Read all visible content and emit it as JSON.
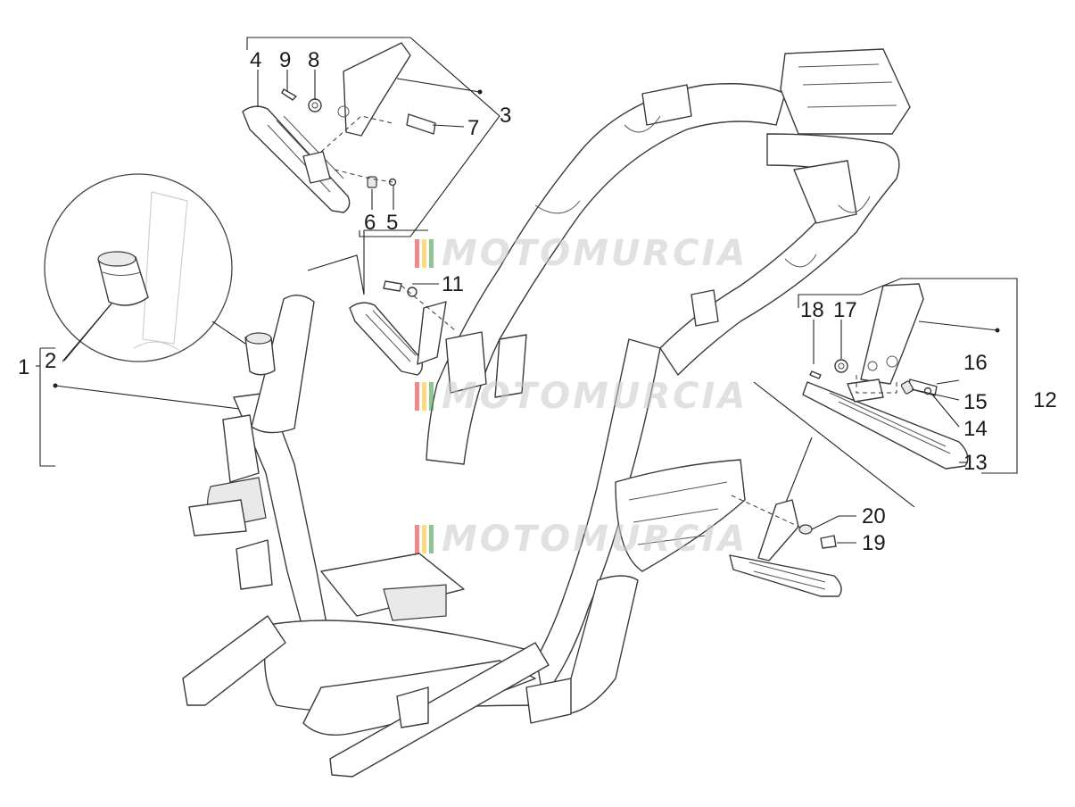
{
  "diagram": {
    "callouts": {
      "c1": "1",
      "c2": "2",
      "c3": "3",
      "c4": "4",
      "c5": "5",
      "c6": "6",
      "c7": "7",
      "c8": "8",
      "c9": "9",
      "c10": "11",
      "c11": "12",
      "c12": "13",
      "c13": "14",
      "c14": "15",
      "c15": "16",
      "c16": "17",
      "c17": "18",
      "c18": "19",
      "c19": "20"
    },
    "watermark": "MOTOMURCIA",
    "watermark_colors": [
      "#e53935",
      "#fbc02d",
      "#43a047"
    ],
    "watermark_text_color": "#c9c9c9"
  }
}
